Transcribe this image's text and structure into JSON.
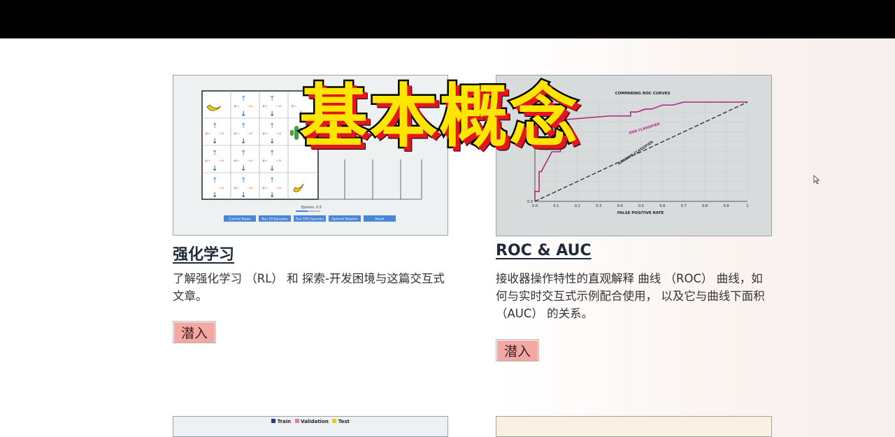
{
  "overlay": {
    "text": "基本概念"
  },
  "cards": [
    {
      "title": "强化学习",
      "description": "了解强化学习 （RL） 和 探索-开发困境与这篇交互式文章。",
      "button": "潜入",
      "thumbnail": {
        "slider_label": "Epsilon: 0.5",
        "buttons": [
          "Current Route",
          "Run 10 Episodes",
          "Run 100 Episodes",
          "Optimal Solution",
          "Reset"
        ]
      }
    },
    {
      "title": "ROC & AUC",
      "description": "接收器操作特性的直观解释 曲线 （ROC） 曲线，如何与实时交互式示例配合使用， 以及它与曲线下面积 （AUC） 的关系。",
      "button": "潜入",
      "thumbnail": {
        "chart_data": {
          "type": "line",
          "title": "COMPARING ROC CURVES",
          "xlabel": "FALSE POSITIVE RATE",
          "ylabel": "",
          "xlim": [
            0,
            1
          ],
          "ylim": [
            0,
            1
          ],
          "x_ticks": [
            "0.0",
            "0.1",
            "0.2",
            "0.3",
            "0.4",
            "0.5",
            "0.6",
            "0.7",
            "0.8",
            "0.9",
            "1"
          ],
          "y_ticks": [
            "0.0",
            "1.0"
          ],
          "series": [
            {
              "name": "OUR CLASSIFIER",
              "color": "#b0267e",
              "x": [
                0,
                0,
                0.02,
                0.02,
                0.02,
                0.03,
                0.08,
                0.12,
                0.12,
                0.35,
                0.45,
                0.45,
                0.48,
                0.52,
                0.55,
                0.6,
                0.65,
                0.7,
                1.0
              ],
              "y": [
                0,
                0.1,
                0.1,
                0.25,
                0.3,
                0.3,
                0.5,
                0.5,
                0.82,
                0.86,
                0.86,
                0.9,
                0.9,
                0.93,
                0.93,
                0.97,
                0.97,
                1.0,
                1.0
              ]
            },
            {
              "name": "RANDOM CLASSIFIER",
              "color": "#333333",
              "x": [
                0,
                1
              ],
              "y": [
                0,
                1
              ]
            }
          ]
        }
      }
    },
    {
      "legend": [
        "Train",
        "Validation",
        "Test"
      ]
    }
  ]
}
